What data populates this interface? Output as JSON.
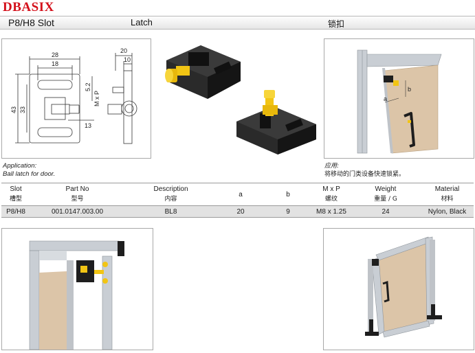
{
  "header": {
    "brand": "DBASIX",
    "slot_title": "P8/H8 Slot",
    "product_en": "Latch",
    "product_cn": "锁扣"
  },
  "drawing": {
    "dims": [
      "28",
      "18",
      "20",
      "10",
      "5.2",
      "M x P",
      "43",
      "33",
      "13"
    ]
  },
  "application": {
    "label_en": "Application:",
    "text_en": "Ball latch for door.",
    "label_cn": "应用:",
    "text_cn": "将移动的门类设备快速锁紧。"
  },
  "detail_labels": {
    "a": "a",
    "b": "b"
  },
  "table": {
    "headers": [
      {
        "en": "Slot",
        "cn": "槽型"
      },
      {
        "en": "Part No",
        "cn": "型号"
      },
      {
        "en": "Description",
        "cn": "内容"
      },
      {
        "en": "a",
        "cn": ""
      },
      {
        "en": "b",
        "cn": ""
      },
      {
        "en": "M x P",
        "cn": "螺纹"
      },
      {
        "en": "Weight",
        "cn": "重量 / G"
      },
      {
        "en": "Material",
        "cn": "材料"
      }
    ],
    "rows": [
      [
        "P8/H8",
        "001.0147.003.00",
        "BL8",
        "20",
        "9",
        "M8 x 1.25",
        "24",
        "Nylon, Black"
      ]
    ]
  },
  "colors": {
    "brand": "#d4101b",
    "aluminum": "#c9ced4",
    "latch_black": "#1e1e1e",
    "brass_yellow": "#f2c514",
    "panel": "#dcc5a8"
  }
}
